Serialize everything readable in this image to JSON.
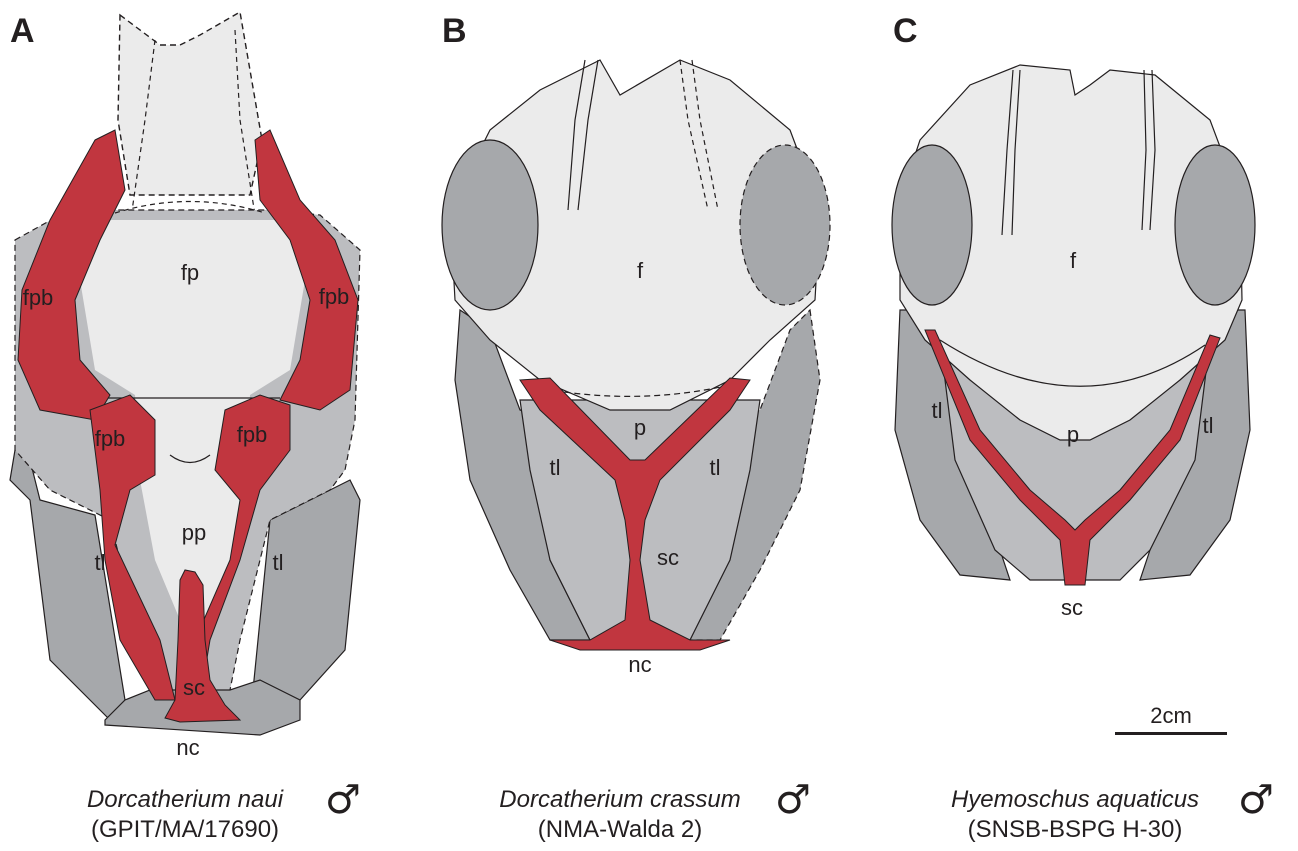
{
  "panels": [
    {
      "letter": "A",
      "labels": {
        "frontal": "fp",
        "fpb_left_upper": "fpb",
        "fpb_right_upper": "fpb",
        "fpb_left_lower": "fpb",
        "fpb_right_lower": "fpb",
        "parietal": "pp",
        "tl_left": "tl",
        "tl_right": "tl",
        "sc": "sc",
        "nc": "nc"
      },
      "species": "Dorcatherium naui",
      "specimen": "(GPIT/MA/17690)",
      "sex_symbol": "♂"
    },
    {
      "letter": "B",
      "labels": {
        "frontal": "f",
        "parietal": "p",
        "tl_left": "tl",
        "tl_right": "tl",
        "sc": "sc",
        "nc": "nc"
      },
      "species": "Dorcatherium crassum",
      "specimen": "(NMA-Walda 2)",
      "sex_symbol": "♂"
    },
    {
      "letter": "C",
      "labels": {
        "frontal": "f",
        "parietal": "p",
        "tl_left": "tl",
        "tl_right": "tl",
        "sc": "sc"
      },
      "species": "Hyemoschus aquaticus",
      "specimen": "(SNSB-BSPG H-30)",
      "sex_symbol": "♂"
    }
  ],
  "scale_bar": {
    "label": "2cm"
  },
  "colors": {
    "sinus_red": "#c1363f",
    "bone_light": "#ebebeb",
    "bone_mid": "#bcbdc0",
    "bone_dark": "#a6a8ab",
    "outline": "#231f20"
  }
}
